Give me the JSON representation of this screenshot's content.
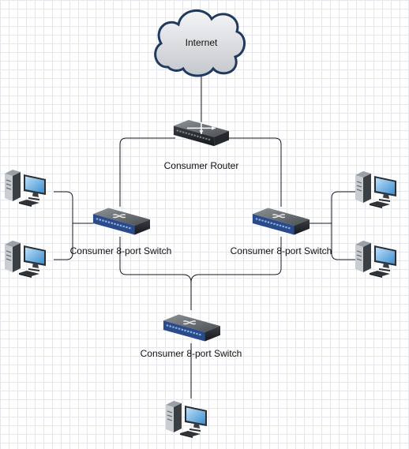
{
  "diagram": {
    "cloud_label": "Internet",
    "router_label": "Consumer Router",
    "switch_left_label": "Consumer 8-port Switch",
    "switch_right_label": "Consumer 8-port Switch",
    "switch_bottom_label": "Consumer 8-port Switch"
  },
  "style": {
    "grid_color": "#e6e6ee",
    "link_color": "#1a1a1a",
    "cloud_fill": "#d2d4d8",
    "cloud_stroke": "#1f3a5e",
    "device_body": "#2e3338",
    "switch_front": "#2b4a8a"
  }
}
